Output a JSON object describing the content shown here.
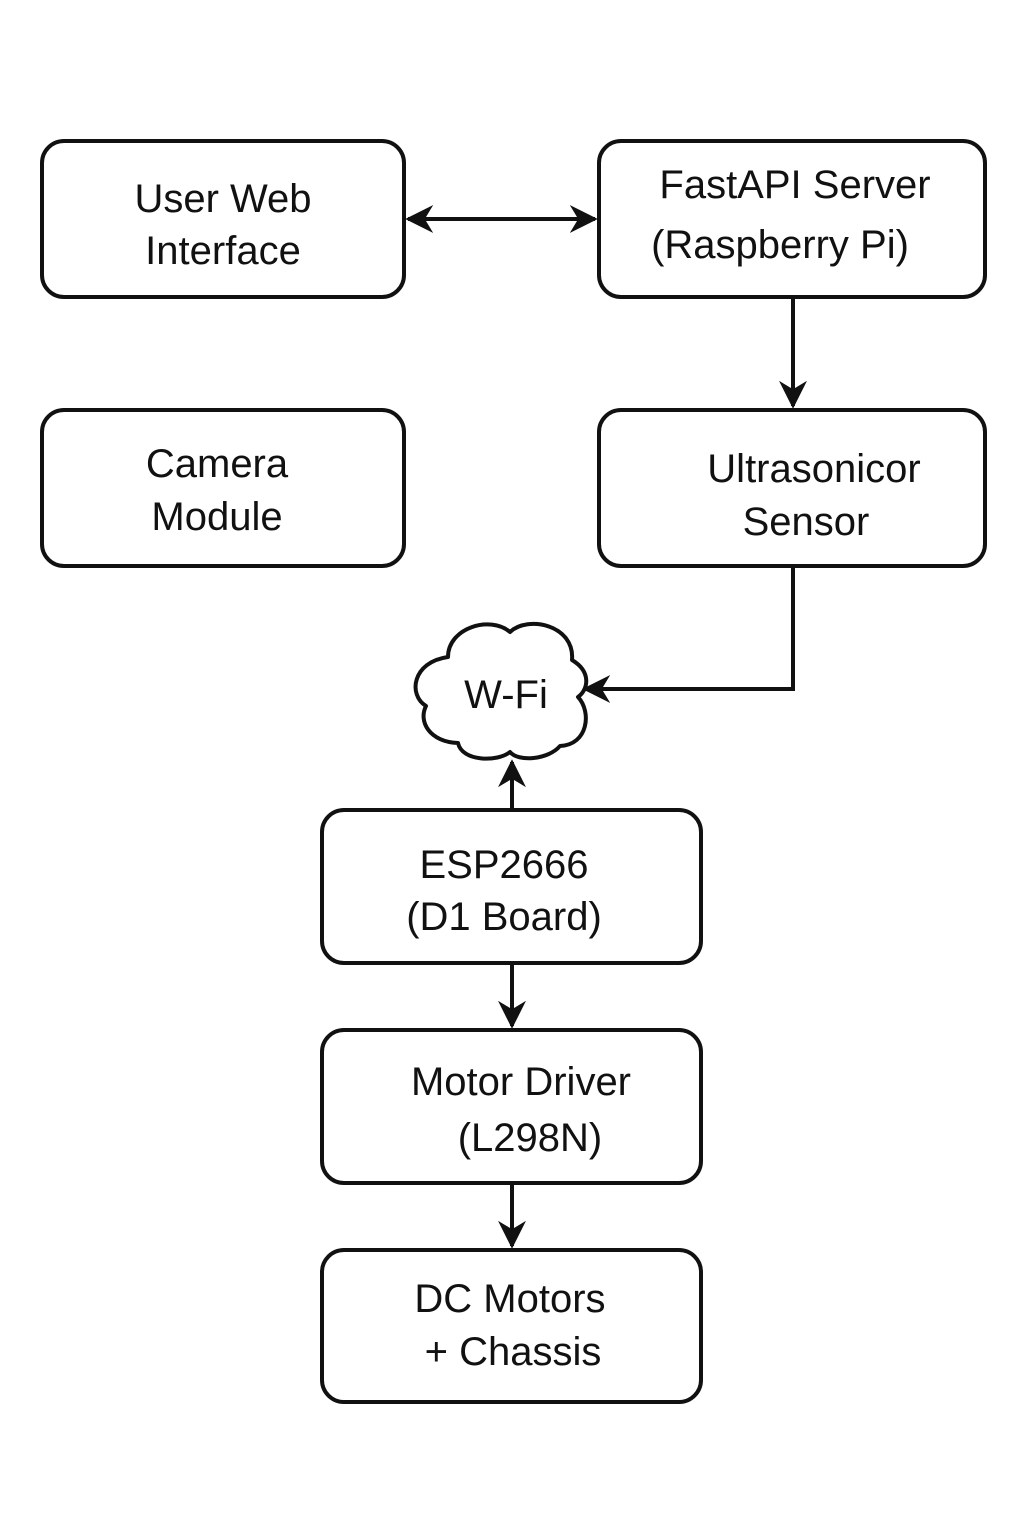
{
  "diagram": {
    "nodes": {
      "web": {
        "lines": [
          "User Web",
          "Interface"
        ]
      },
      "server": {
        "lines": [
          "FastAPI Server",
          "(Raspberry Pi)"
        ]
      },
      "camera": {
        "lines": [
          "Camera",
          "Module"
        ]
      },
      "ultrasonic": {
        "lines": [
          "Ultrasonicor",
          "Sensor"
        ]
      },
      "wifi": {
        "lines": [
          "W-Fi"
        ],
        "shape": "cloud"
      },
      "esp": {
        "lines": [
          "ESP2666",
          "(D1 Board)"
        ]
      },
      "driver": {
        "lines": [
          "Motor Driver",
          "(L298N)"
        ]
      },
      "motors": {
        "lines": [
          "DC Motors",
          "+ Chassis"
        ]
      }
    },
    "edges": [
      {
        "from": "web",
        "to": "server",
        "direction": "bidirectional"
      },
      {
        "from": "server",
        "to": "ultrasonic",
        "direction": "forward"
      },
      {
        "from": "ultrasonic",
        "to": "wifi",
        "direction": "forward"
      },
      {
        "from": "esp",
        "to": "wifi",
        "direction": "forward"
      },
      {
        "from": "esp",
        "to": "driver",
        "direction": "forward"
      },
      {
        "from": "driver",
        "to": "motors",
        "direction": "forward"
      }
    ]
  }
}
